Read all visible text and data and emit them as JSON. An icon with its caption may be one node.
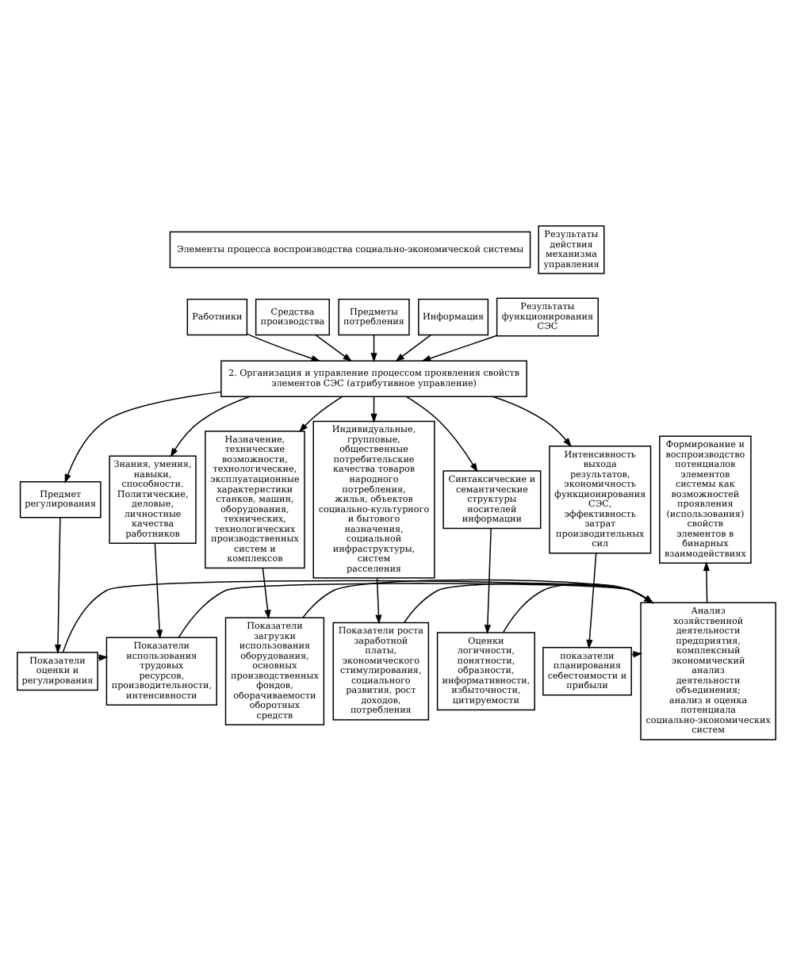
{
  "diagram": {
    "nodes": [
      {
        "text": [
          "Элементы процесса воспроизводства социально-экономической системы"
        ]
      },
      {
        "text": [
          "Работники"
        ]
      },
      {
        "text": [
          "Средства производства"
        ]
      },
      {
        "text": [
          "Предметы потребления"
        ]
      },
      {
        "text": [
          "Информация"
        ]
      },
      {
        "text": [
          "Результаты функционирования СЭС"
        ]
      },
      {
        "text": [
          "Результаты действия механизма управления"
        ]
      },
      {
        "text": [
          "2. Организация и управление процессом проявления свойств элементов СЭС (атрибутивное управление)"
        ]
      },
      {
        "text": [
          "Предмет регулирования"
        ]
      },
      {
        "text": [
          "Знания, умения, навыки, способности. Политические, деловые, личностные качества работников"
        ]
      },
      {
        "text": [
          "Назначение, технические возможности, технологические, эксплуатационные характеристики станков, машин, оборудования, технических, технологических производственных систем и комплексов"
        ]
      },
      {
        "text": [
          "Индивидуальные, групповые, общественные потребительские качества товаров народного потребления, жилья, объектов социально-культурного и бытового назначения, социальной инфраструктуры, систем расселения"
        ]
      },
      {
        "text": [
          "Синтаксические и семантические структуры носителей информации"
        ]
      },
      {
        "text": [
          "Интенсивность выхода результатов, экономичность функционирования СЭС, эффективность затрат производительных сил"
        ]
      },
      {
        "text": [
          "Формирование и воспроизводство потенциалов элементов системы как возможностей проявления (использования) свойств элементов в бинарных взаимодействиях"
        ]
      },
      {
        "text": [
          "Показатели оценки и регулирования"
        ]
      },
      {
        "text": [
          "Показатели использования трудовых ресурсов, производительности, интенсивности"
        ]
      },
      {
        "text": [
          "Показатели загрузки использования оборудования, основных производственных фондов, оборачиваемости оборотных средств"
        ]
      },
      {
        "text": [
          "Показатели роста заработной платы, экономического стимулирования, социального развития, рост доходов, потребления"
        ]
      },
      {
        "text": [
          "Оценки логичности, понятности, образности, информативности, избыточности, цитируемости"
        ]
      },
      {
        "text": [
          "показатели планирования себестоимости и прибыли"
        ]
      },
      {
        "text": [
          "Анализ хозяйственной деятельности предприятия, комплексный экономический анализ деятельности объединения; анализ и оценка потенциала социально-экономических систем"
        ]
      }
    ],
    "edges": [
      {
        "from": 1,
        "to": 7,
        "arrow": "to"
      },
      {
        "from": 2,
        "to": 7,
        "arrow": "to"
      },
      {
        "from": 3,
        "to": 7,
        "arrow": "to"
      },
      {
        "from": 4,
        "to": 7,
        "arrow": "to"
      },
      {
        "from": 5,
        "to": 7,
        "arrow": "to"
      },
      {
        "from": 7,
        "to": 8,
        "arrow": "to"
      },
      {
        "from": 7,
        "to": 9,
        "arrow": "to"
      },
      {
        "from": 7,
        "to": 10,
        "arrow": "to"
      },
      {
        "from": 7,
        "to": 11,
        "arrow": "to"
      },
      {
        "from": 7,
        "to": 12,
        "arrow": "to"
      },
      {
        "from": 7,
        "to": 13,
        "arrow": "to"
      },
      {
        "from": 8,
        "to": 15,
        "arrow": "to"
      },
      {
        "from": 9,
        "to": 16,
        "arrow": "to"
      },
      {
        "from": 10,
        "to": 17,
        "arrow": "to"
      },
      {
        "from": 11,
        "to": 18,
        "arrow": "to"
      },
      {
        "from": 12,
        "to": 19,
        "arrow": "to"
      },
      {
        "from": 13,
        "to": 20,
        "arrow": "to"
      },
      {
        "from": 15,
        "to": 16,
        "arrow": "to"
      },
      {
        "from": 15,
        "to": 21,
        "arrow": "to"
      },
      {
        "from": 16,
        "to": 21,
        "arrow": "to"
      },
      {
        "from": 17,
        "to": 21,
        "arrow": "to"
      },
      {
        "from": 18,
        "to": 21,
        "arrow": "to"
      },
      {
        "from": 19,
        "to": 21,
        "arrow": "to"
      },
      {
        "from": 20,
        "to": 21,
        "arrow": "to"
      },
      {
        "from": 21,
        "to": 14,
        "arrow": "to"
      }
    ]
  }
}
